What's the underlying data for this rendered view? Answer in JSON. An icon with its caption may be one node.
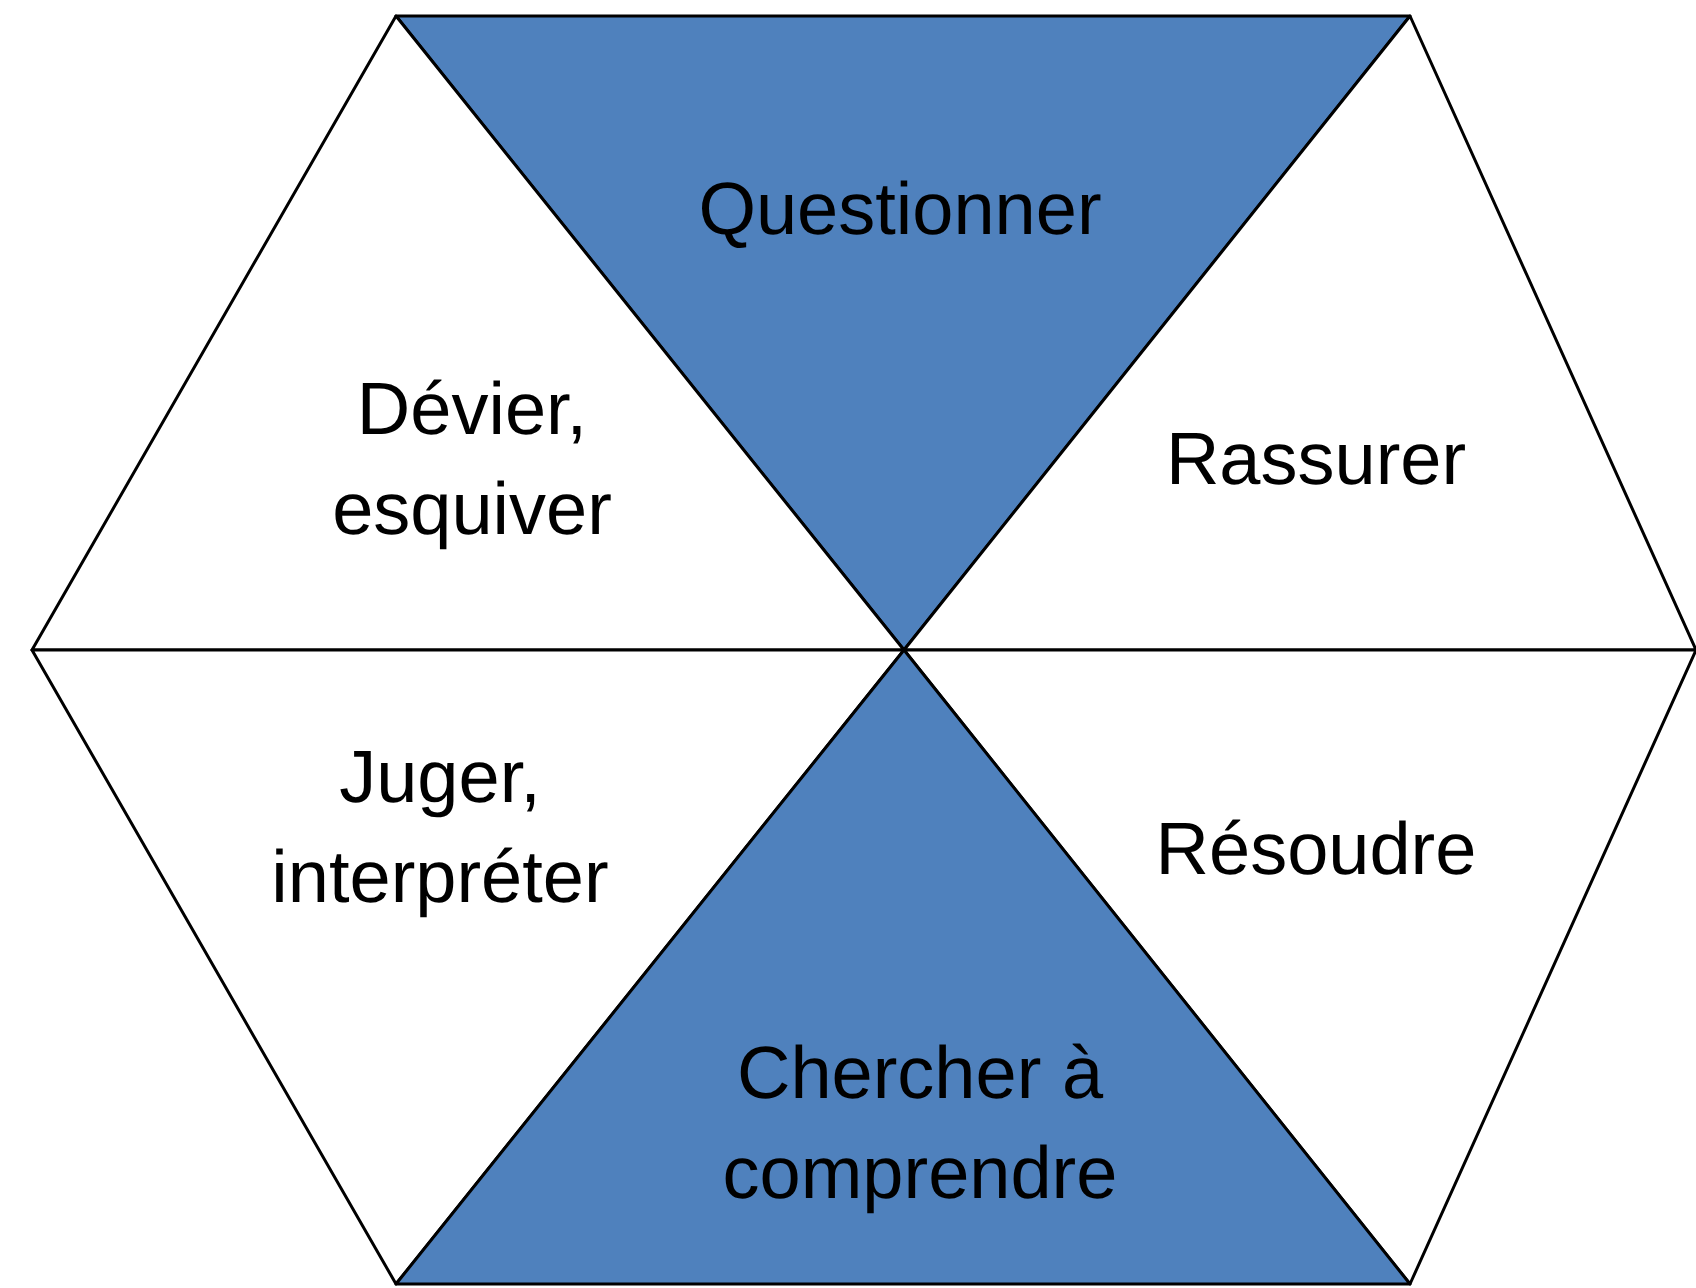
{
  "diagram": {
    "nodes": [
      {
        "text": [
          "Questionner"
        ]
      },
      {
        "text": [
          "Dévier, esquiver"
        ]
      },
      {
        "text": [
          "Rassurer"
        ]
      },
      {
        "text": [
          "Juger, interpréter"
        ]
      },
      {
        "text": [
          "Résoudre"
        ]
      },
      {
        "text": [
          "Chercher à comprendre"
        ]
      }
    ]
  }
}
